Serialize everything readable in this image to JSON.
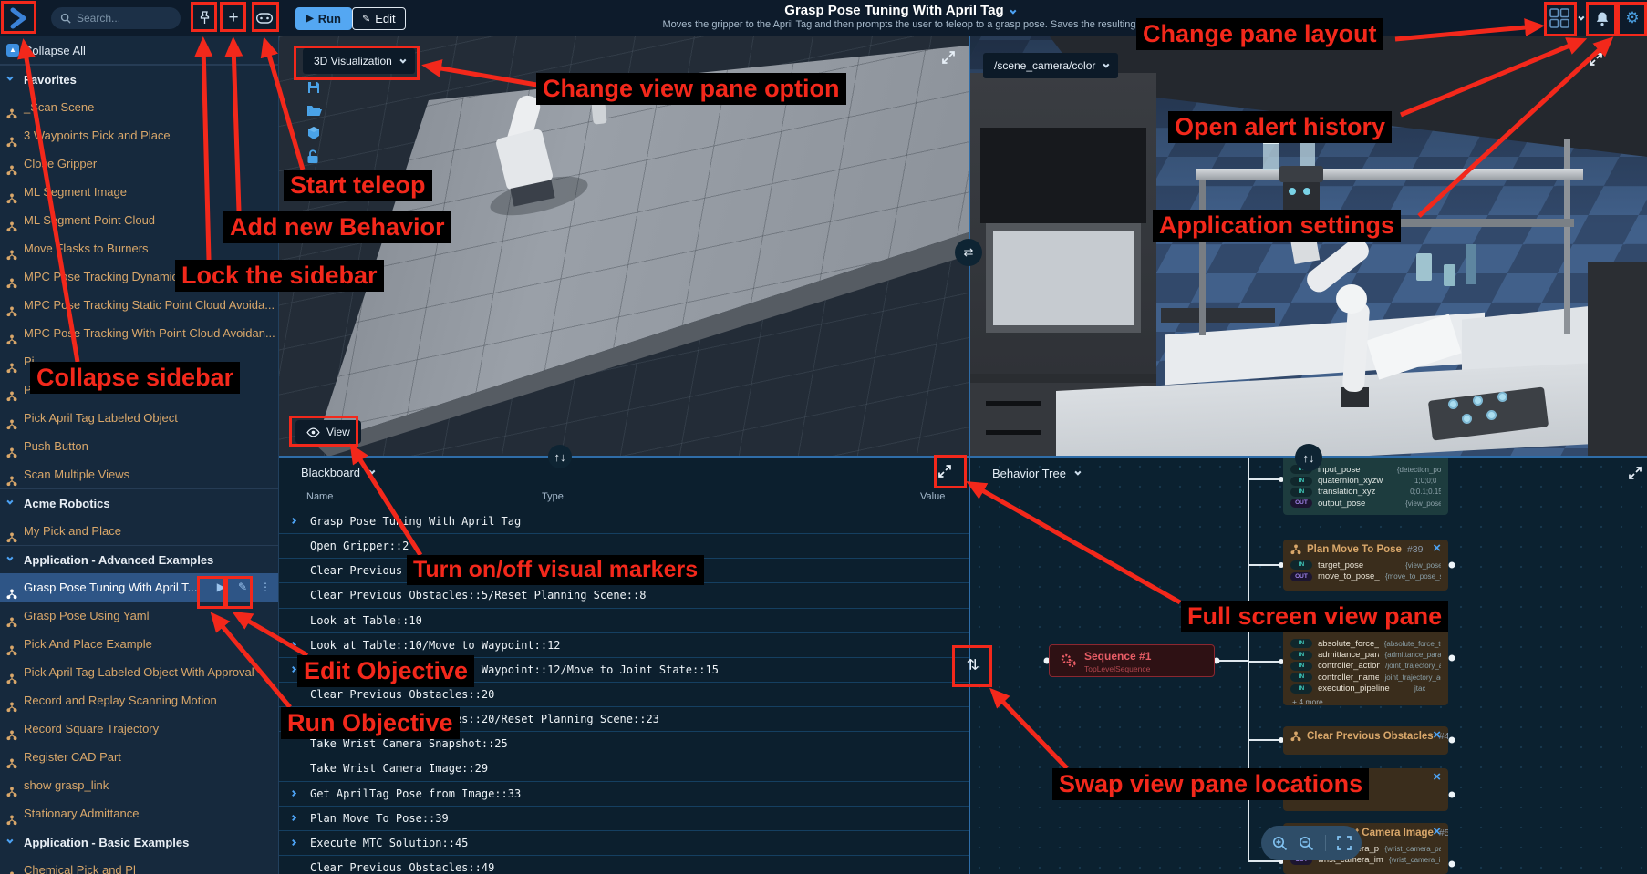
{
  "topbar": {
    "search_placeholder": "Search...",
    "run_label": "Run",
    "edit_label": "Edit",
    "title": "Grasp Pose Tuning With April Tag",
    "subtitle": "Moves the gripper to the April Tag and then prompts the user to teleop to a grasp pose. Saves the resulting",
    "icons": [
      "collapse-sidebar-icon",
      "search-icon",
      "pin-icon",
      "add-icon",
      "teleop-icon",
      "pane-layout-icon",
      "bell-icon",
      "gear-icon"
    ]
  },
  "sidebar": {
    "collapse_all": "Collapse All",
    "groups": [
      {
        "label": "Favorites",
        "items": [
          {
            "label": "_Scan Scene"
          },
          {
            "label": "3 Waypoints Pick and Place"
          },
          {
            "label": "Close Gripper"
          },
          {
            "label": "ML Segment Image"
          },
          {
            "label": "ML Segment Point Cloud"
          },
          {
            "label": "Move Flasks to Burners"
          },
          {
            "label": "MPC Pose Tracking Dynamic"
          },
          {
            "label": "MPC Pose Tracking Static Point Cloud Avoida..."
          },
          {
            "label": "MPC Pose Tracking With Point Cloud Avoidan..."
          },
          {
            "label": "Pi"
          },
          {
            "label": "Pick All Pill Bottles"
          },
          {
            "label": "Pick April Tag Labeled Object"
          },
          {
            "label": "Push Button"
          },
          {
            "label": "Scan Multiple Views"
          }
        ]
      },
      {
        "label": "Acme Robotics",
        "items": [
          {
            "label": "My Pick and Place"
          }
        ]
      },
      {
        "label": "Application - Advanced Examples",
        "items": [
          {
            "label": "Grasp Pose Tuning With April T...",
            "selected": true
          },
          {
            "label": "Grasp Pose Using Yaml"
          },
          {
            "label": "Pick And Place Example"
          },
          {
            "label": "Pick April Tag Labeled Object With Approval"
          },
          {
            "label": "Record and Replay Scanning Motion"
          },
          {
            "label": "Record Square Trajectory"
          },
          {
            "label": "Register CAD Part"
          },
          {
            "label": "show grasp_link"
          },
          {
            "label": "Stationary Admittance"
          }
        ]
      },
      {
        "label": "Application - Basic Examples",
        "items": [
          {
            "label": "Chemical Pick and Pl"
          }
        ]
      }
    ]
  },
  "viz3d": {
    "view_selector": "3D Visualization",
    "view_button": "View",
    "tool_icons": [
      "save-icon",
      "folder-icon",
      "cube-icon",
      "unlock-icon"
    ],
    "expand_icon": "fullscreen-icon"
  },
  "camera": {
    "view_selector": "/scene_camera/color",
    "expand_icon": "fullscreen-icon"
  },
  "blackboard": {
    "view_selector": "Blackboard",
    "columns": [
      "Name",
      "Type",
      "Value"
    ],
    "rows": [
      {
        "name": "Grasp Pose Tuning With April Tag",
        "expandable": true
      },
      {
        "name": "Open Gripper::2"
      },
      {
        "name": "Clear Previous Obstacles::5"
      },
      {
        "name": "Clear Previous Obstacles::5/Reset Planning Scene::8"
      },
      {
        "name": "Look at Table::10"
      },
      {
        "name": "Look at Table::10/Move to Waypoint::12",
        "expandable": true
      },
      {
        "name": "Look at Table::10/Move to Waypoint::12/Move to Joint State::15",
        "expandable": true
      },
      {
        "name": "Clear Previous Obstacles::20"
      },
      {
        "name": "Clear Previous Obstacles::20/Reset Planning Scene::23"
      },
      {
        "name": "Take Wrist Camera Snapshot::25"
      },
      {
        "name": "Take Wrist Camera Image::29"
      },
      {
        "name": "Get AprilTag Pose from Image::33",
        "expandable": true
      },
      {
        "name": "Plan Move To Pose::39",
        "expandable": true
      },
      {
        "name": "Execute MTC Solution::45",
        "expandable": true
      },
      {
        "name": "Clear Previous Obstacles::49"
      }
    ]
  },
  "behavior_tree": {
    "view_selector": "Behavior Tree",
    "sequence": {
      "title": "Sequence",
      "number": "#1",
      "subtitle": "TopLevelSequence"
    },
    "nodes": [
      {
        "title": "",
        "number": "",
        "style": "teal",
        "closable": false,
        "ports": [
          {
            "dir": "IN",
            "name": "input_pose",
            "value": "{detection_pose}"
          },
          {
            "dir": "IN",
            "name": "quaternion_xyzw",
            "value": "1;0;0;0"
          },
          {
            "dir": "IN",
            "name": "translation_xyz",
            "value": "0;0.1;0.15"
          },
          {
            "dir": "OUT",
            "name": "output_pose",
            "value": "{view_pose}"
          }
        ]
      },
      {
        "title": "Plan Move To Pose",
        "number": "#39",
        "style": "brown",
        "closable": true,
        "ports": [
          {
            "dir": "IN",
            "name": "target_pose",
            "value": "{view_pose}"
          },
          {
            "dir": "OUT",
            "name": "move_to_pose_s...",
            "value": "{move_to_pose_solution}"
          }
        ]
      },
      {
        "title": "",
        "number": "",
        "style": "brown",
        "closable": false,
        "more": "+ 4 more",
        "ports": [
          {
            "dir": "IN",
            "name": "absolute_force_t...",
            "value": "{absolute_force_torque_th"
          },
          {
            "dir": "IN",
            "name": "admittance_para...",
            "value": "{admittance_parameters_"
          },
          {
            "dir": "IN",
            "name": "controller_action...",
            "value": "/joint_trajectory_admittan"
          },
          {
            "dir": "IN",
            "name": "controller_names",
            "value": "joint_trajectory_admittanc"
          },
          {
            "dir": "IN",
            "name": "execution_pipeline",
            "value": "jtac"
          }
        ]
      },
      {
        "title": "Clear Previous Obstacles",
        "number": "#49",
        "style": "brown",
        "closable": true,
        "ports": []
      },
      {
        "title": "",
        "number": "",
        "style": "brown",
        "closable": true,
        "ports": []
      },
      {
        "title": "Take Wrist Camera Image",
        "number": "#58",
        "style": "brown",
        "closable": true,
        "ports": [
          {
            "dir": "IN",
            "name": "wrist_camera_pa...",
            "value": "{wrist_camera_parameter"
          },
          {
            "dir": "OUT",
            "name": "wrist_camera_im...",
            "value": "{wrist_camera_image}"
          }
        ]
      }
    ],
    "zoom_controls": [
      "zoom-in-icon",
      "zoom-out-icon",
      "fit-view-icon"
    ]
  },
  "annotations": [
    {
      "text": "Change pane layout"
    },
    {
      "text": "Open alert history"
    },
    {
      "text": "Application settings"
    },
    {
      "text": "Change view pane option"
    },
    {
      "text": "Start teleop"
    },
    {
      "text": "Add new Behavior"
    },
    {
      "text": "Lock the sidebar"
    },
    {
      "text": "Collapse sidebar"
    },
    {
      "text": "Turn on/off visual markers"
    },
    {
      "text": "Full screen view pane"
    },
    {
      "text": "Edit Objective"
    },
    {
      "text": "Run Objective"
    },
    {
      "text": "Swap view pane locations"
    }
  ],
  "colors": {
    "accent": "#4da3f5",
    "annotation_red": "#f3281b",
    "item_text": "#d9a76a",
    "selected_row": "#2e5586",
    "run_button": "#54a7f2",
    "node_brown": "#3a2d1c",
    "node_teal": "#1d3c3e",
    "sequence_red": "#2e1114"
  }
}
